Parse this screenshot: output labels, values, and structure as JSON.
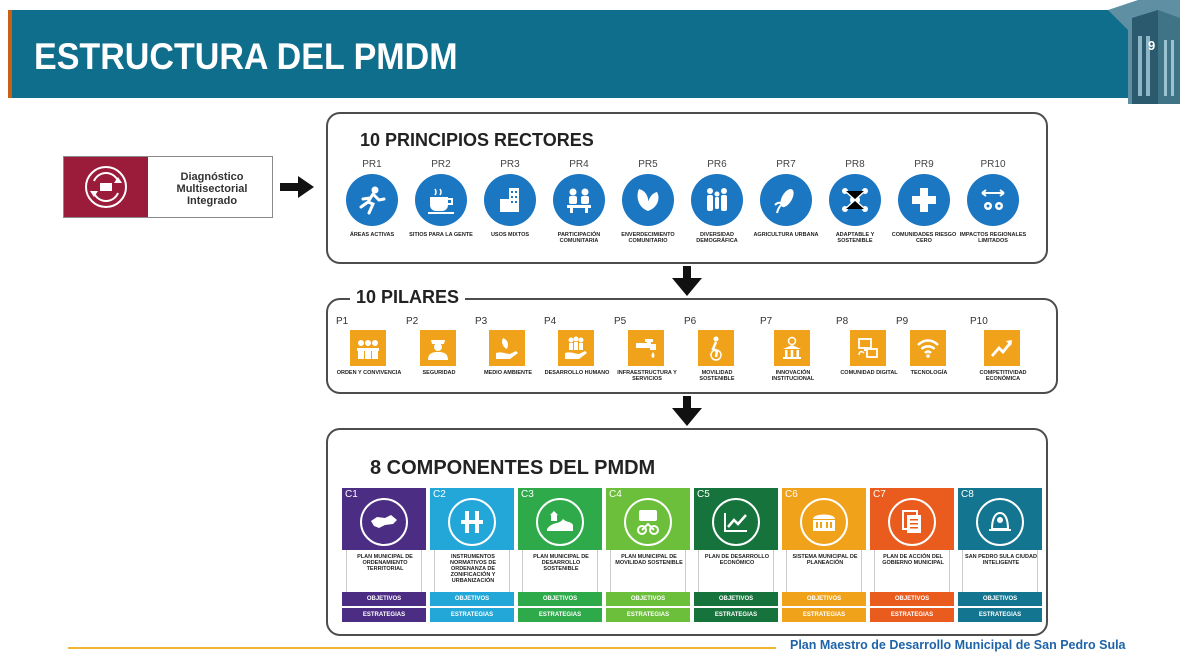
{
  "header": {
    "title": "ESTRUCTURA DEL PMDM",
    "page_number": "9",
    "color": "#0f6e8c"
  },
  "source": {
    "lines": [
      "Diagnóstico",
      "Multisectorial",
      "Integrado"
    ],
    "color": "#9b1b3b",
    "icon": "diagnosis-cycle-icon"
  },
  "principios": {
    "title": "10 PRINCIPIOS RECTORES",
    "color": "#1c77c3",
    "items": [
      {
        "code": "PR1",
        "label": "ÁREAS ACTIVAS",
        "icon": "running-person-icon"
      },
      {
        "code": "PR2",
        "label": "SITIOS PARA LA GENTE",
        "icon": "coffee-cup-icon"
      },
      {
        "code": "PR3",
        "label": "USOS MIXTOS",
        "icon": "buildings-icon"
      },
      {
        "code": "PR4",
        "label": "PARTICIPACIÓN COMUNITARIA",
        "icon": "meeting-icon"
      },
      {
        "code": "PR5",
        "label": "ENVERDECIMIENTO COMUNITARIO",
        "icon": "leaves-icon"
      },
      {
        "code": "PR6",
        "label": "DIVERSIDAD DEMOGRÁFICA",
        "icon": "family-icon"
      },
      {
        "code": "PR7",
        "label": "AGRICULTURA URBANA",
        "icon": "corn-icon"
      },
      {
        "code": "PR8",
        "label": "ADAPTABLE Y SOSTENIBLE",
        "icon": "network-icon"
      },
      {
        "code": "PR9",
        "label": "COMUNIDADES RIESGO CERO",
        "icon": "first-aid-cross-icon"
      },
      {
        "code": "PR10",
        "label": "IMPACTOS REGIONALES LIMITADOS",
        "icon": "arrows-radiation-icon"
      }
    ]
  },
  "pilares": {
    "title": "10 PILARES",
    "color": "#f0a21b",
    "items": [
      {
        "code": "P1",
        "label": "ORDEN Y CONVIVENCIA",
        "icon": "community-icon"
      },
      {
        "code": "P2",
        "label": "SEGURIDAD",
        "icon": "police-icon"
      },
      {
        "code": "P3",
        "label": "MEDIO AMBIENTE",
        "icon": "plant-hand-icon"
      },
      {
        "code": "P4",
        "label": "DESARROLLO HUMANO",
        "icon": "people-hand-icon"
      },
      {
        "code": "P5",
        "label": "INFRAESTRUCTURA Y SERVICIOS",
        "icon": "water-tap-icon"
      },
      {
        "code": "P6",
        "label": "MOVILIDAD SOSTENIBLE",
        "icon": "cyclist-icon"
      },
      {
        "code": "P7",
        "label": "INNOVACIÓN INSTITUCIONAL",
        "icon": "institution-bulb-icon"
      },
      {
        "code": "P8",
        "label": "COMUNIDAD DIGITAL",
        "icon": "computer-icon"
      },
      {
        "code": "P9",
        "label": "TECNOLOGÍA",
        "icon": "wifi-icon"
      },
      {
        "code": "P10",
        "label": "COMPETITIVIDAD ECONÓMICA",
        "icon": "growth-chart-icon"
      }
    ]
  },
  "componentes": {
    "title": "8 COMPONENTES DEL PMDM",
    "objetivos_label": "OBJETIVOS",
    "estrategias_label": "ESTRATEGIAS",
    "items": [
      {
        "code": "C1",
        "label": "PLAN MUNICIPAL DE ORDENAMIENTO TERRITORIAL",
        "color": "#4b2e83",
        "icon": "territory-map-icon"
      },
      {
        "code": "C2",
        "label": "INSTRUMENTOS NORMATIVOS DE ORDENANZA DE ZONIFICACIÓN Y URBANIZACIÓN",
        "color": "#22a7d8",
        "icon": "zoning-icon"
      },
      {
        "code": "C3",
        "label": "PLAN MUNICIPAL DE DESARROLLO SOSTENIBLE",
        "color": "#2eaa4a",
        "icon": "landscape-icon"
      },
      {
        "code": "C4",
        "label": "PLAN MUNICIPAL DE MOVILIDAD SOSTENIBLE",
        "color": "#6bbf3a",
        "icon": "mobility-icon"
      },
      {
        "code": "C5",
        "label": "PLAN DE DESARROLLO ECONÓMICO",
        "color": "#17733c",
        "icon": "economy-chart-icon"
      },
      {
        "code": "C6",
        "label": "SISTEMA MUNICIPAL DE PLANEACIÓN",
        "color": "#f0a21b",
        "icon": "city-hall-icon"
      },
      {
        "code": "C7",
        "label": "PLAN DE ACCIÓN DEL GOBIERNO MUNICIPAL",
        "color": "#ea5b1e",
        "icon": "documents-icon"
      },
      {
        "code": "C8",
        "label": "SAN PEDRO SULA CIUDAD INTELIGENTE",
        "color": "#13758f",
        "icon": "smart-city-icon"
      }
    ]
  },
  "footer": {
    "text": "Plan Maestro de Desarrollo Municipal de San Pedro Sula"
  }
}
